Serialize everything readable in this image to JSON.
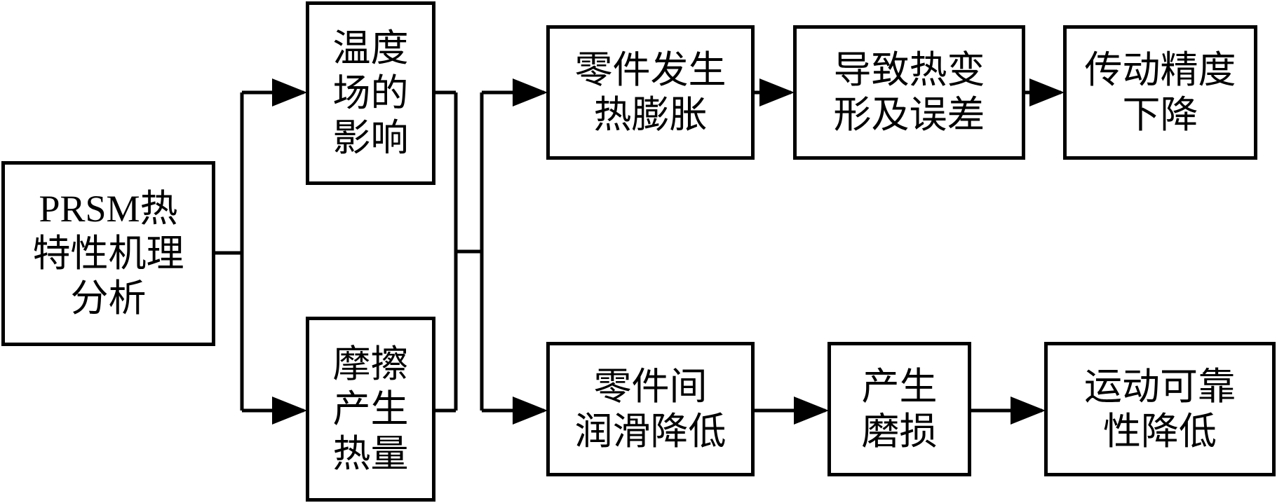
{
  "diagram": {
    "colors": {
      "stroke": "#000000",
      "background": "#ffffff",
      "text": "#000000"
    },
    "nodes": {
      "root": {
        "lines": [
          "PRSM热",
          "特性机理",
          "分析"
        ]
      },
      "temperature": {
        "lines": [
          "温度",
          "场的",
          "影响"
        ]
      },
      "friction": {
        "lines": [
          "摩擦",
          "产生",
          "热量"
        ]
      },
      "expansion": {
        "lines": [
          "零件发生",
          "热膨胀"
        ]
      },
      "deformation": {
        "lines": [
          "导致热变",
          "形及误差"
        ]
      },
      "precision": {
        "lines": [
          "传动精度",
          "下降"
        ]
      },
      "lubrication": {
        "lines": [
          "零件间",
          "润滑降低"
        ]
      },
      "wear": {
        "lines": [
          "产生",
          "磨损"
        ]
      },
      "reliability": {
        "lines": [
          "运动可靠",
          "性降低"
        ]
      }
    }
  }
}
